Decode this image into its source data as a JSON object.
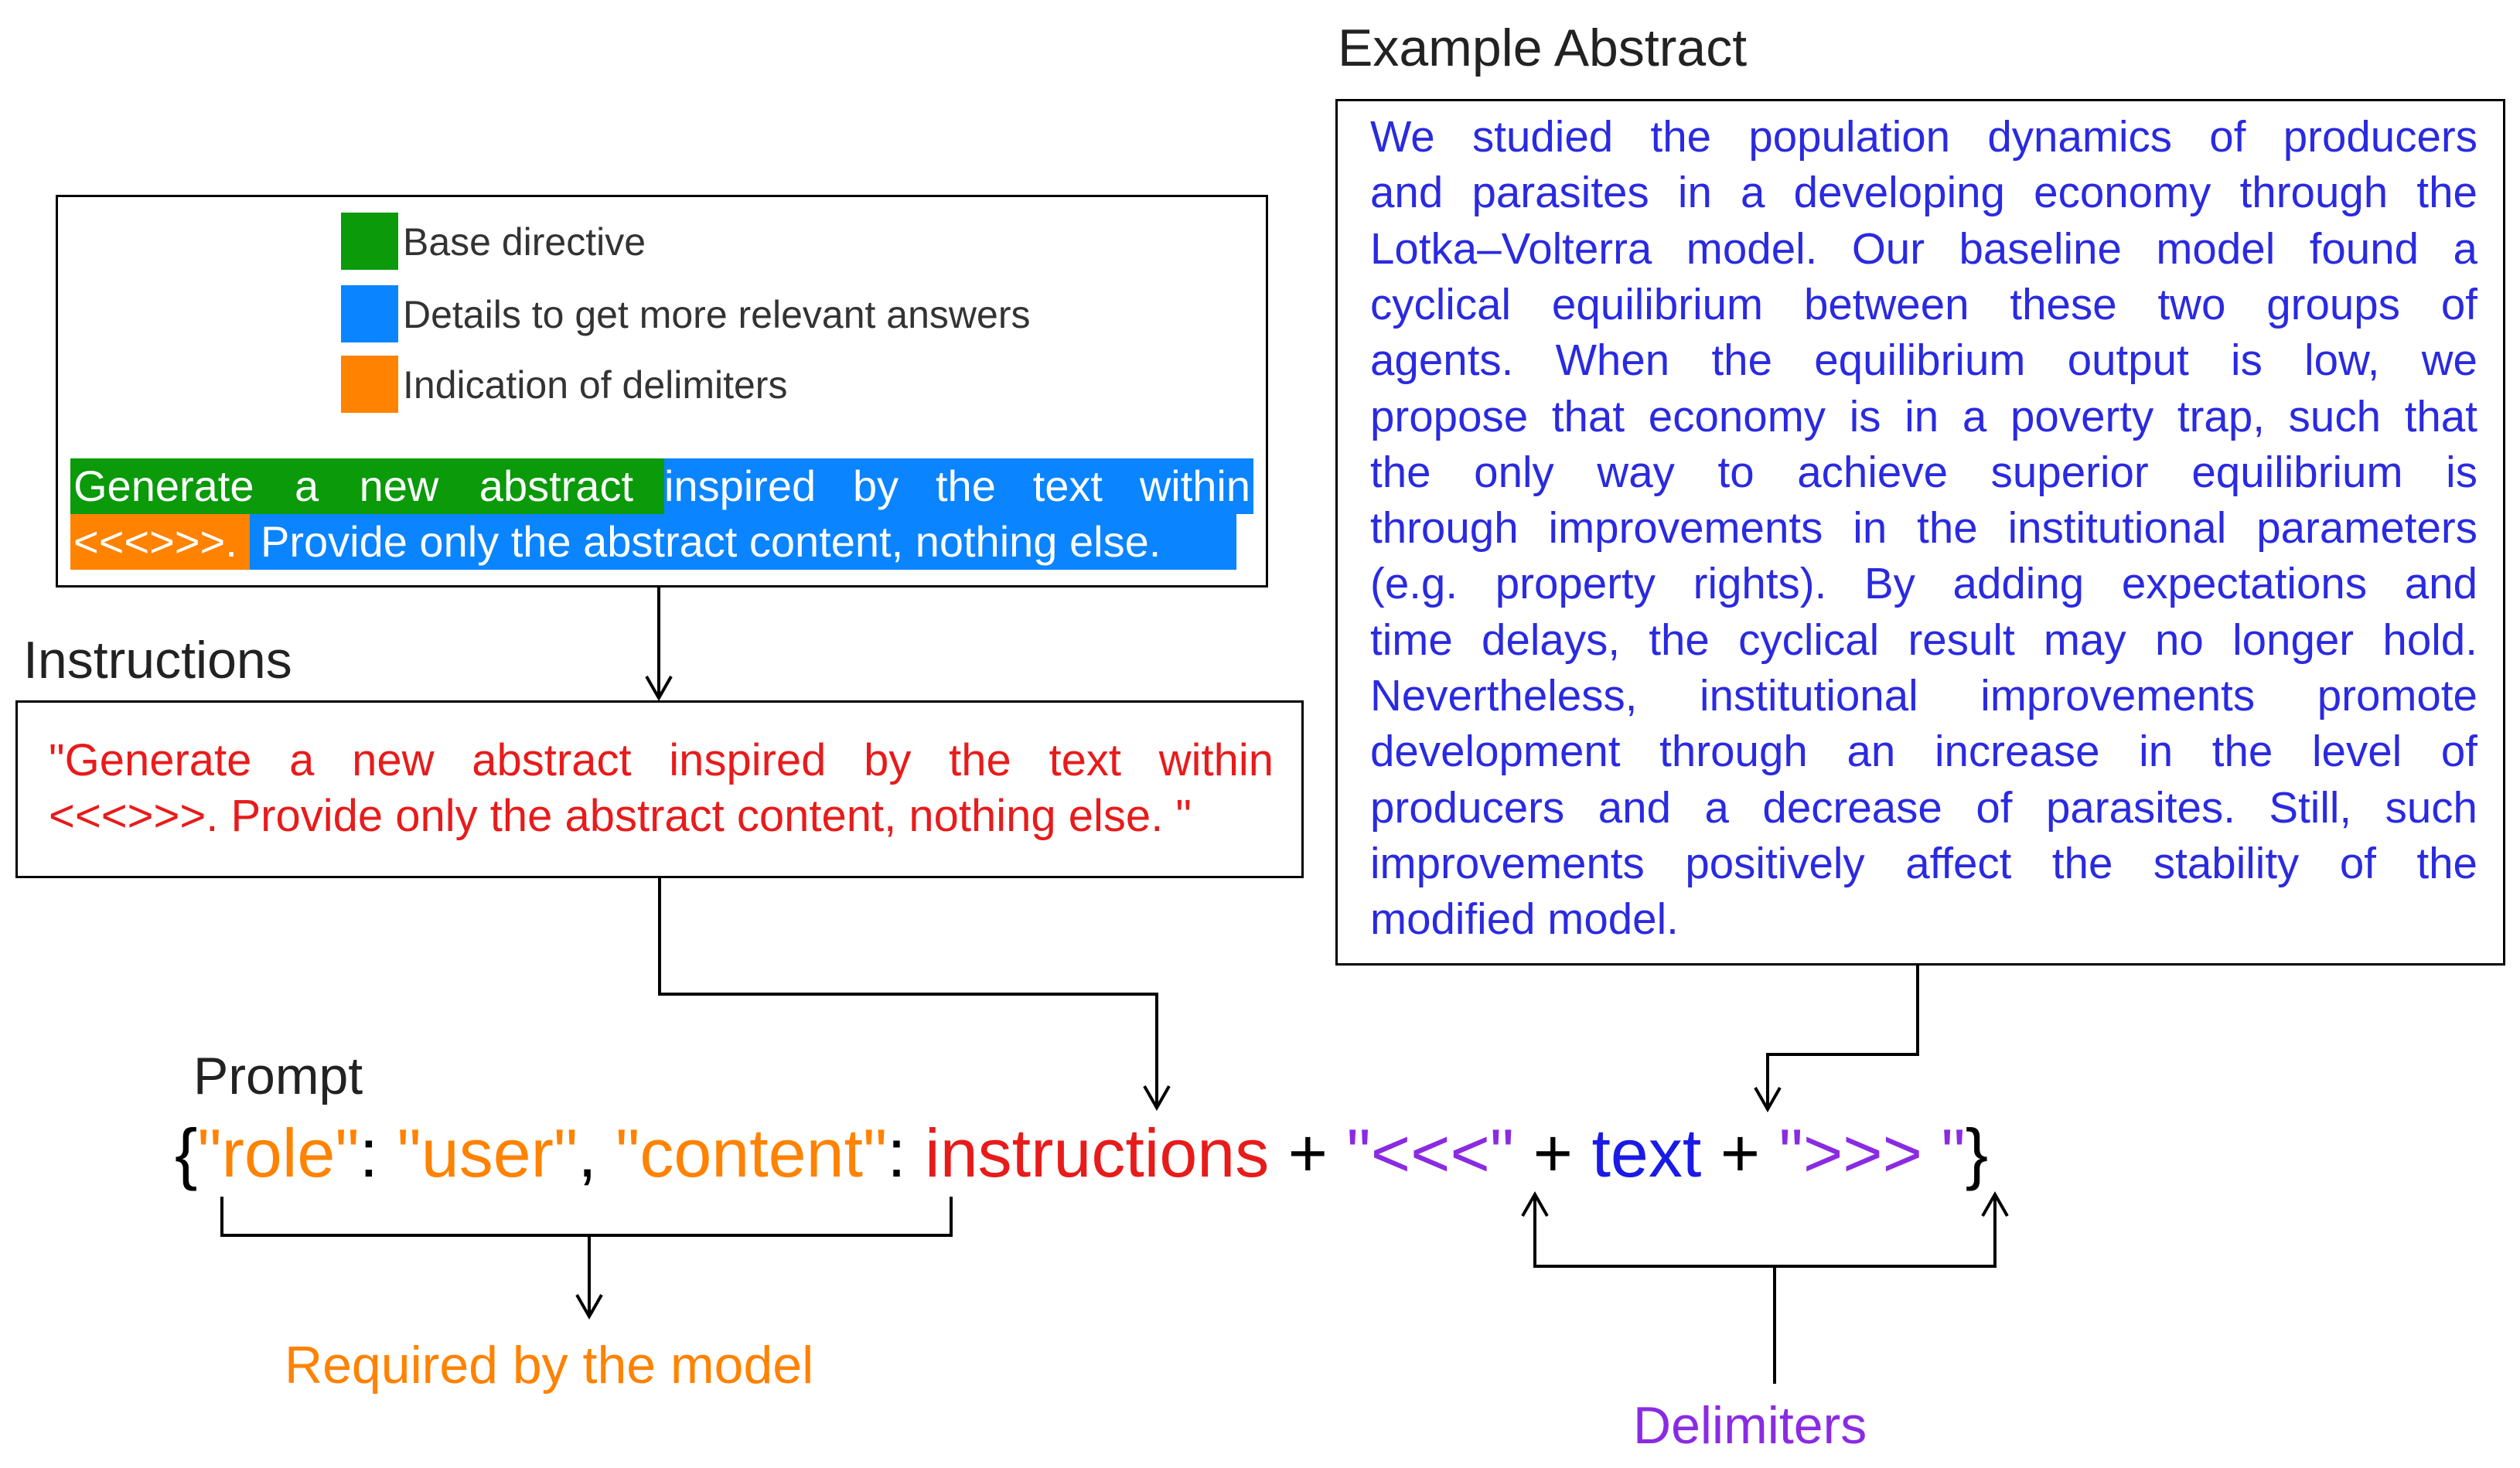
{
  "legend": {
    "items": [
      {
        "label": "Base directive",
        "color": "#0a9a0a"
      },
      {
        "label": "Details to get more relevant answers",
        "color": "#0a84ff"
      },
      {
        "label": "Indication of delimiters",
        "color": "#ff8200"
      }
    ],
    "highlighted_line1": {
      "green": [
        "Generate",
        "a",
        "new",
        "abstract"
      ],
      "blue": [
        "inspired",
        "by",
        "the",
        "text",
        "within"
      ]
    },
    "highlighted_line2": {
      "orange": "<<<>>>.",
      "blue": "Provide only the abstract content, nothing else."
    }
  },
  "instructions": {
    "title": "Instructions",
    "line1": [
      "\"Generate",
      "a",
      "new",
      "abstract",
      "inspired",
      "by",
      "the",
      "text",
      "within"
    ],
    "line2": "<<<>>>. Provide only the abstract content, nothing else. \""
  },
  "abstract": {
    "title": "Example Abstract",
    "lines": [
      "We studied the population dynamics of producers",
      "and parasites in a developing economy through the",
      "Lotka–Volterra model. Our baseline model found a",
      "cyclical equilibrium between these two groups of",
      "agents. When the equilibrium output is low, we",
      "propose that economy is in a poverty trap, such that",
      "the only way to achieve superior equilibrium is",
      "through improvements in the institutional parameters",
      "(e.g. property rights). By adding expectations and",
      "time delays, the cyclical result may no longer hold.",
      "Nevertheless, institutional improvements promote",
      "development through an increase in the level of",
      "producers and a decrease of parasites. Still, such",
      "improvements positively affect the stability of the",
      "modified model."
    ]
  },
  "prompt": {
    "title": "Prompt",
    "open_brace": "{",
    "role_key": "\"role\"",
    "colon1": ": ",
    "user_val": "\"user\"",
    "comma": ", ",
    "content_key": "\"content\"",
    "colon2": ": ",
    "instructions_word": "instructions",
    "plus1": " + ",
    "open_delim": "\"<<<\"",
    "plus2": " + ",
    "text_word": "text",
    "plus3": " + ",
    "close_delim": "\">>> \"",
    "close_brace": "}"
  },
  "annotations": {
    "required": "Required by the model",
    "delimiters": "Delimiters"
  },
  "colors": {
    "green": "#0a9a0a",
    "blue_highlight": "#0a84ff",
    "orange": "#ff8200",
    "red": "#e81b1b",
    "abstract_blue": "#2a2ae0",
    "purple": "#8a2be2"
  }
}
